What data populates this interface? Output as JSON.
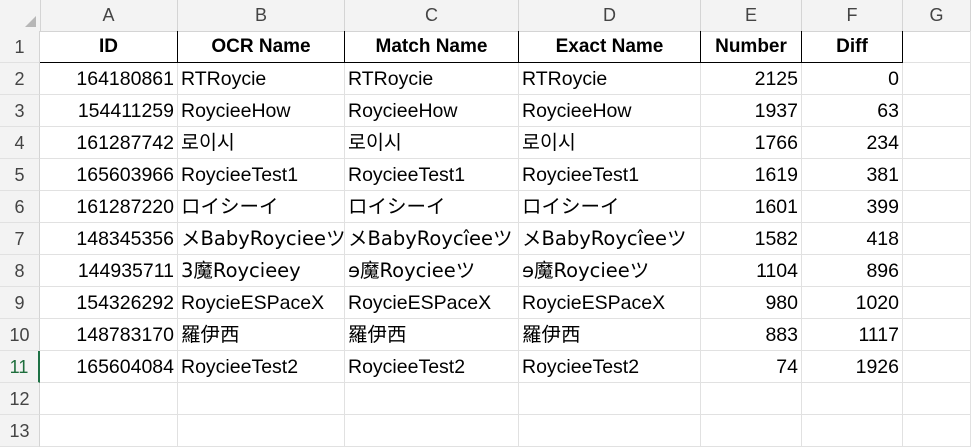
{
  "sheet": {
    "columns": [
      "A",
      "B",
      "C",
      "D",
      "E",
      "F",
      "G"
    ],
    "rows": [
      "1",
      "2",
      "3",
      "4",
      "5",
      "6",
      "7",
      "8",
      "9",
      "10",
      "11",
      "12",
      "13"
    ],
    "headers": [
      "ID",
      "OCR Name",
      "Match Name",
      "Exact Name",
      "Number",
      "Diff"
    ],
    "data": [
      [
        "164180861",
        "RTRoycie",
        "RTRoycie",
        "RTRoycie",
        "2125",
        "0"
      ],
      [
        "154411259",
        "RoycieeHow",
        "RoycieeHow",
        "RoycieeHow",
        "1937",
        "63"
      ],
      [
        "161287742",
        "로이시",
        "로이시",
        "로이시",
        "1766",
        "234"
      ],
      [
        "165603966",
        "RoycieeTest1",
        "RoycieeTest1",
        "RoycieeTest1",
        "1619",
        "381"
      ],
      [
        "161287220",
        "ロイシーイ",
        "ロイシーイ",
        "ロイシーイ",
        "1601",
        "399"
      ],
      [
        "148345356",
        "メBabyRoycieeツ",
        "メBabyRoycîeeツ",
        "メBabyRoycîeeツ",
        "1582",
        "418"
      ],
      [
        "144935711",
        "3魔Roycieey",
        "ɘ魔Roycieeツ",
        "ɘ魔Roycieeツ",
        "1104",
        "896"
      ],
      [
        "154326292",
        "RoycieESPaceX",
        "RoycieESPaceX",
        "RoycieESPaceX",
        "980",
        "1020"
      ],
      [
        "148783170",
        "羅伊西",
        "羅伊西",
        "羅伊西",
        "883",
        "1117"
      ],
      [
        "165604084",
        "RoycieeTest2",
        "RoycieeTest2",
        "RoycieeTest2",
        "74",
        "1926"
      ]
    ]
  }
}
